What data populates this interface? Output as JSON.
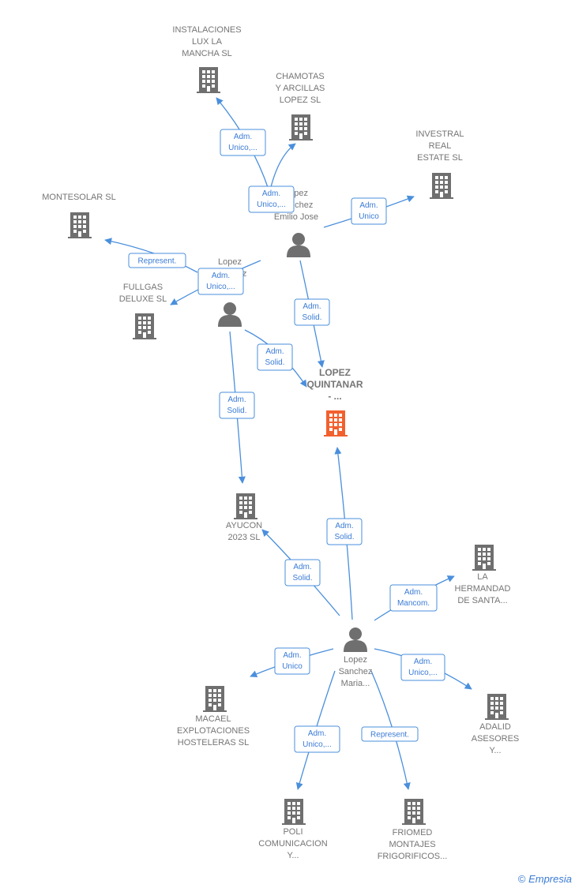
{
  "colors": {
    "edge": "#4a8fdc",
    "node": "#6f6f6f",
    "center": "#f2602e",
    "label": "#757575"
  },
  "nodes": [
    {
      "id": "instalaciones",
      "type": "company",
      "lines": [
        "INSTALACIONES",
        "LUX LA",
        "MANCHA  SL"
      ]
    },
    {
      "id": "chamotas",
      "type": "company",
      "lines": [
        "CHAMOTAS",
        "Y ARCILLAS",
        "LOPEZ  SL"
      ]
    },
    {
      "id": "investral",
      "type": "company",
      "lines": [
        "INVESTRAL",
        "REAL",
        "ESTATE  SL"
      ]
    },
    {
      "id": "montesolar",
      "type": "company",
      "lines": [
        "MONTESOLAR SL"
      ]
    },
    {
      "id": "fullgas",
      "type": "company",
      "lines": [
        "FULLGAS",
        "DELUXE  SL"
      ]
    },
    {
      "id": "lopez_quintanar",
      "type": "center",
      "lines": [
        "LOPEZ",
        "QUINTANAR",
        "- ..."
      ]
    },
    {
      "id": "ayucon",
      "type": "company",
      "lines": [
        "AYUCON",
        "2023  SL"
      ]
    },
    {
      "id": "hermandad",
      "type": "company",
      "lines": [
        "LA",
        "HERMANDAD",
        "DE SANTA..."
      ]
    },
    {
      "id": "macael",
      "type": "company",
      "lines": [
        "MACAEL",
        "EXPLOTACIONES",
        "HOSTELERAS SL"
      ]
    },
    {
      "id": "adalid",
      "type": "company",
      "lines": [
        "ADALID",
        "ASESORES",
        "Y..."
      ]
    },
    {
      "id": "poli",
      "type": "company",
      "lines": [
        "POLI",
        "COMUNICACION",
        "Y..."
      ]
    },
    {
      "id": "friomed",
      "type": "company",
      "lines": [
        "FRIOMED",
        "MONTAJES",
        "FRIGORIFICOS..."
      ]
    },
    {
      "id": "emilio",
      "type": "person",
      "lines": [
        "Lopez",
        "Sanchez",
        "Emilio Jose"
      ]
    },
    {
      "id": "lopez_mid",
      "type": "person",
      "lines": [
        "Lopez",
        "Sanchez",
        "..."
      ]
    },
    {
      "id": "maria",
      "type": "person",
      "lines": [
        "Lopez",
        "Sanchez",
        "Maria..."
      ]
    }
  ],
  "edges": [
    {
      "from": "emilio",
      "to": "instalaciones",
      "label": [
        "Adm.",
        "Unico,..."
      ]
    },
    {
      "from": "lopez_mid",
      "to": "chamotas",
      "label": [
        "Adm.",
        "Unico,..."
      ]
    },
    {
      "from": "emilio",
      "to": "investral",
      "label": [
        "Adm.",
        "Unico"
      ]
    },
    {
      "from": "lopez_mid",
      "to": "montesolar",
      "label": [
        "Represent."
      ]
    },
    {
      "from": "emilio",
      "to": "fullgas",
      "label": [
        "Adm.",
        "Unico,..."
      ]
    },
    {
      "from": "emilio",
      "to": "lopez_quintanar",
      "label": [
        "Adm.",
        "Solid."
      ]
    },
    {
      "from": "lopez_mid",
      "to": "lopez_quintanar",
      "label": [
        "Adm.",
        "Solid."
      ]
    },
    {
      "from": "lopez_mid",
      "to": "ayucon",
      "label": [
        "Adm.",
        "Solid."
      ]
    },
    {
      "from": "maria",
      "to": "lopez_quintanar",
      "label": [
        "Adm.",
        "Solid."
      ]
    },
    {
      "from": "maria",
      "to": "ayucon",
      "label": [
        "Adm.",
        "Solid."
      ]
    },
    {
      "from": "maria",
      "to": "hermandad",
      "label": [
        "Adm.",
        "Mancom."
      ]
    },
    {
      "from": "maria",
      "to": "macael",
      "label": [
        "Adm.",
        "Unico"
      ]
    },
    {
      "from": "maria",
      "to": "adalid",
      "label": [
        "Adm.",
        "Unico,..."
      ]
    },
    {
      "from": "maria",
      "to": "poli",
      "label": [
        "Adm.",
        "Unico,..."
      ]
    },
    {
      "from": "maria",
      "to": "friomed",
      "label": [
        "Represent."
      ]
    }
  ],
  "brand": {
    "symbol": "©",
    "name": "Empresia"
  }
}
